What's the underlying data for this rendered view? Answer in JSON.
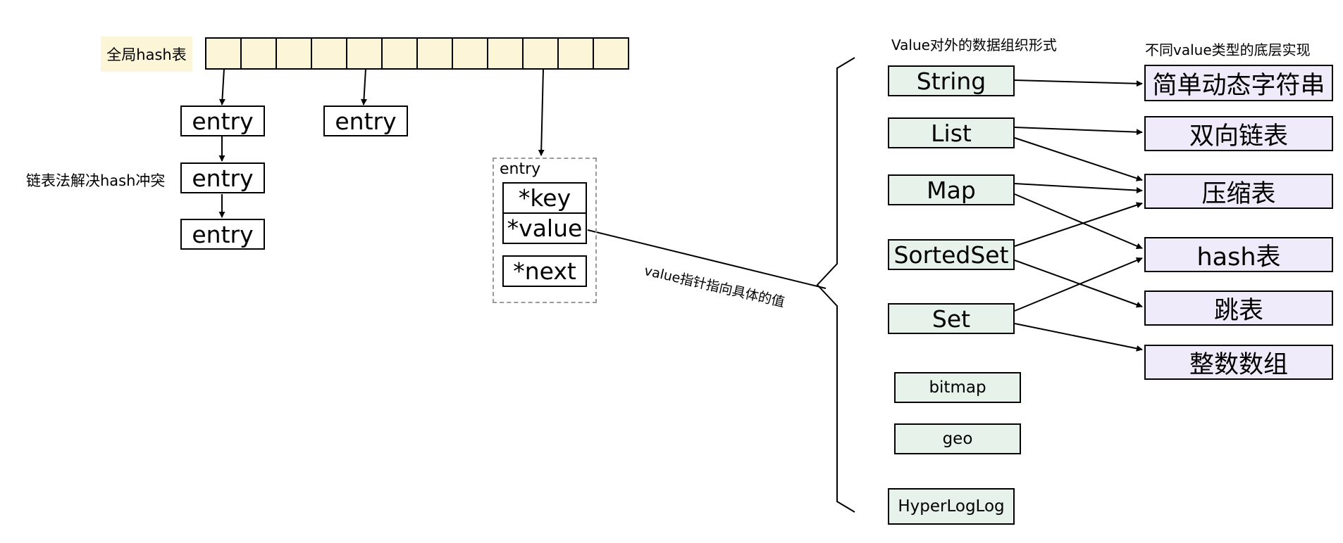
{
  "global_table": {
    "label": "全局hash表",
    "label_bg": "#fdf5d8",
    "cell_fill": "#fdf5d8",
    "cell_count": 12
  },
  "entries": [
    "entry",
    "entry",
    "entry",
    "entry"
  ],
  "collision_label": "链表法解决hash冲突",
  "entry_detail": {
    "title": "entry",
    "key": "*key",
    "value": "*value",
    "next": "*next"
  },
  "pointer_label": "value指针指向具体的值",
  "value_types": {
    "header": "Value对外的数据组织形式",
    "fill": "#e6f2ea",
    "items": [
      "String",
      "List",
      "Map",
      "SortedSet",
      "Set",
      "bitmap",
      "geo",
      "HyperLogLog"
    ]
  },
  "implementations": {
    "header": "不同value类型的底层实现",
    "fill": "#efebfa",
    "items": [
      "简单动态字符串",
      "双向链表",
      "压缩表",
      "hash表",
      "跳表",
      "整数数组"
    ]
  },
  "mappings": [
    [
      "String",
      "简单动态字符串"
    ],
    [
      "List",
      "双向链表"
    ],
    [
      "List",
      "压缩表"
    ],
    [
      "Map",
      "压缩表"
    ],
    [
      "Map",
      "hash表"
    ],
    [
      "SortedSet",
      "压缩表"
    ],
    [
      "SortedSet",
      "跳表"
    ],
    [
      "Set",
      "hash表"
    ],
    [
      "Set",
      "整数数组"
    ]
  ]
}
